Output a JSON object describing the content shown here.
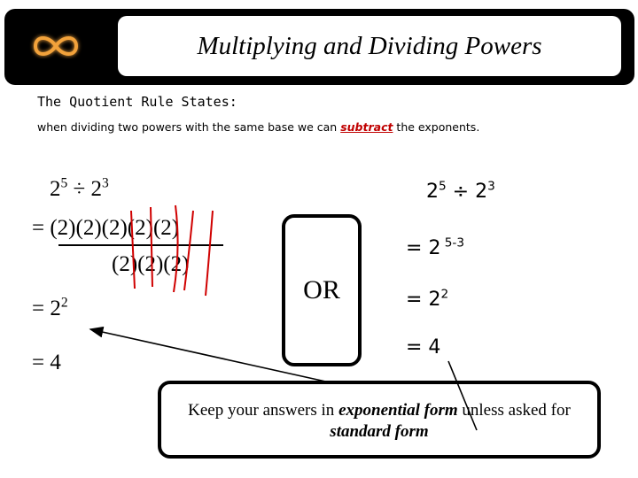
{
  "header": {
    "title": "Multiplying and Dividing Powers",
    "logo_icon": "infinity-icon",
    "logo_color": "#f2a23a"
  },
  "rule": {
    "heading": "The Quotient Rule States:",
    "text_before": "when dividing two powers with the same base we can ",
    "keyword": "subtract",
    "text_after": " the exponents.",
    "keyword_color": "#c00000"
  },
  "left_work": {
    "expression": {
      "base1": "2",
      "exp1": "5",
      "op": " ÷ ",
      "base2": "2",
      "exp2": "3"
    },
    "numerator": "= (2)(2)(2)(2)(2)",
    "denominator": "(2)(2)(2)",
    "result_power": {
      "prefix": "= ",
      "base": "2",
      "exp": "2"
    },
    "result_standard": "= 4",
    "cancel_mark_color": "#d00000"
  },
  "or_label": "OR",
  "right_work": {
    "expression": {
      "base1": "2",
      "exp1": "5",
      "op": " ÷ ",
      "base2": "2",
      "exp2": "3"
    },
    "step": {
      "prefix": "= ",
      "base": "2",
      "exp": " 5-3"
    },
    "result_power": {
      "prefix": "= ",
      "base": "2",
      "exp": "2"
    },
    "result_standard": "= 4"
  },
  "note": {
    "part1": "Keep your answers in ",
    "em1": "exponential form",
    "part2": " unless asked for ",
    "em2": "standard form"
  }
}
